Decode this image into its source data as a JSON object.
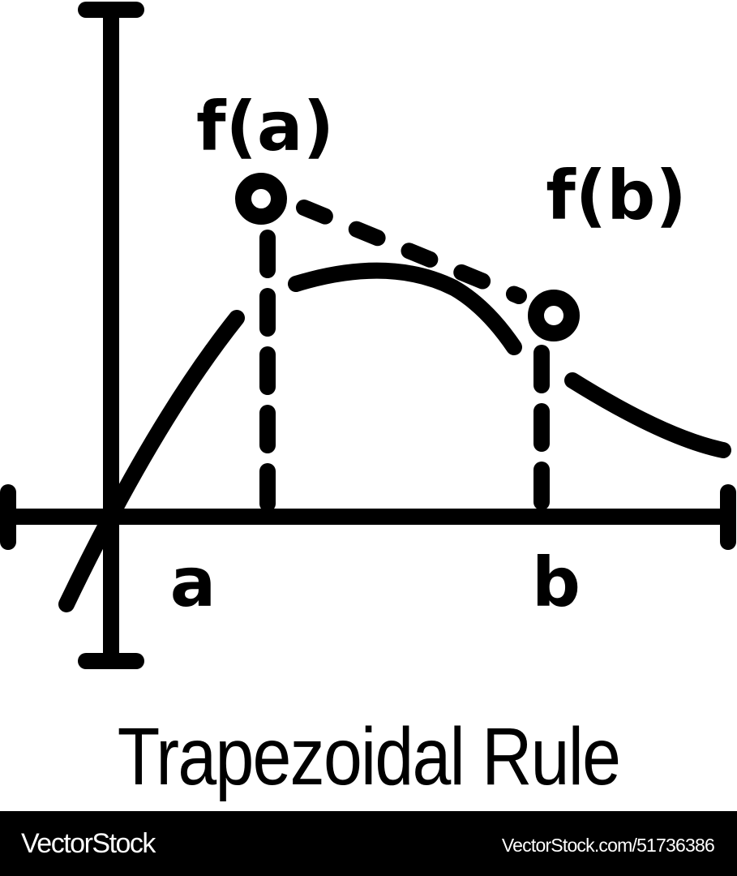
{
  "diagram": {
    "title": "Trapezoidal Rule",
    "labels": {
      "fa": "f(a)",
      "fb": "f(b)",
      "a": "a",
      "b": "b"
    },
    "colors": {
      "stroke": "#000000",
      "background": "#ffffff"
    }
  },
  "footer": {
    "brand": "VectorStock",
    "url": "VectorStock.com/51736386",
    "background": "#000000",
    "text_color": "#ffffff"
  }
}
